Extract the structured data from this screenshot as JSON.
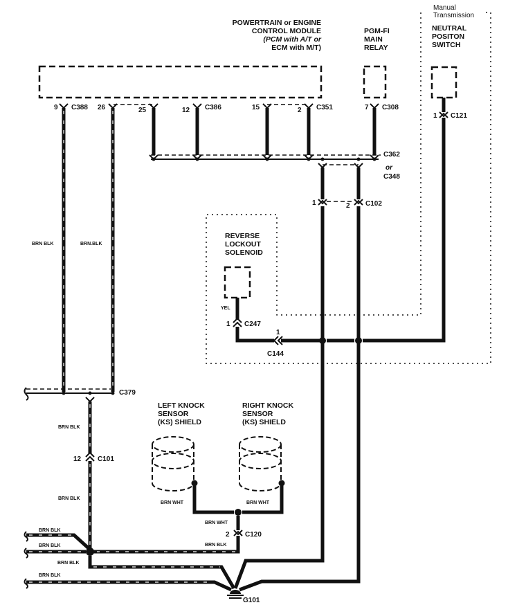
{
  "title": "Ground distribution wiring diagram (G101)",
  "components": {
    "pcm": {
      "line1": "POWERTRAIN or ENGINE",
      "line2": "CONTROL MODULE",
      "line3": "(PCM with A/T or",
      "line4": "ECM with M/T)"
    },
    "pgmfi": {
      "line1": "PGM-FI",
      "line2": "MAIN",
      "line3": "RELAY"
    },
    "manual_trans": {
      "label": "Manual",
      "label2": "Transmission"
    },
    "neutral_switch": {
      "line1": "NEUTRAL",
      "line2": "POSITON",
      "line3": "SWITCH"
    },
    "reverse_solenoid": {
      "line1": "REVERSE",
      "line2": "LOCKOUT",
      "line3": "SOLENOID"
    },
    "left_ks": {
      "line1": "LEFT KNOCK",
      "line2": "SENSOR",
      "line3": "(KS) SHIELD"
    },
    "right_ks": {
      "line1": "RIGHT KNOCK",
      "line2": "SENSOR",
      "line3": "(KS) SHIELD"
    },
    "ground": {
      "label": "G101"
    }
  },
  "connectors": {
    "c388": {
      "name": "C388",
      "pin": "9"
    },
    "c386a": {
      "pin": "26"
    },
    "c386b": {
      "pin": "25"
    },
    "c386c": {
      "name": "C386",
      "pin": "12"
    },
    "c351a": {
      "pin": "15"
    },
    "c351b": {
      "name": "C351",
      "pin": "2"
    },
    "c308": {
      "name": "C308",
      "pin": "7"
    },
    "c121": {
      "name": "C121",
      "pin": "1"
    },
    "c362": {
      "name": "C362",
      "alt_prefix": "or",
      "alt_name": "C348"
    },
    "c102": {
      "name": "C102",
      "pin1": "1",
      "pin2": "2"
    },
    "c247": {
      "name": "C247",
      "pin": "1"
    },
    "c144": {
      "name": "C144",
      "pin": "1"
    },
    "c379": {
      "name": "C379"
    },
    "c101": {
      "name": "C101",
      "pin": "12"
    },
    "c120": {
      "name": "C120",
      "pin": "2"
    }
  },
  "wire_labels": {
    "w1": "BRN BLK",
    "w2": "BRN.BLK",
    "w3": "BRN BLK",
    "w4": "BRN BLK",
    "yel": "YEL",
    "ks_left": "BRN WHT",
    "ks_right": "BRN WHT",
    "ks_joint": "BRN WHT",
    "c120_out": "BRN BLK",
    "harness1": "BRN BLK",
    "harness2": "BRN BLK",
    "harness3": "BRN BLK",
    "harness4": "BRN BLK"
  }
}
